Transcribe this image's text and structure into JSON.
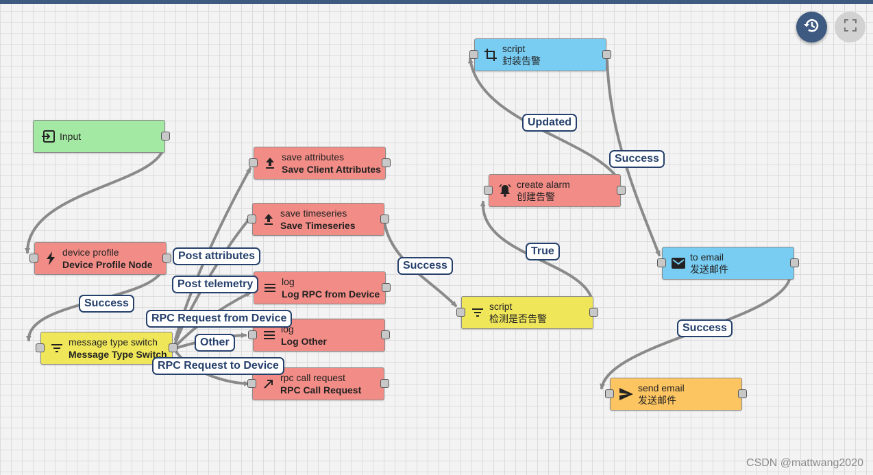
{
  "toolbar": {
    "history_icon": "history-icon",
    "fullscreen_icon": "fullscreen-icon"
  },
  "nodes": {
    "input": {
      "title": "Input"
    },
    "device_profile": {
      "type": "device profile",
      "name": "Device Profile Node"
    },
    "message_type_switch": {
      "type": "message type switch",
      "name": "Message Type Switch"
    },
    "save_attributes": {
      "type": "save attributes",
      "name": "Save Client Attributes"
    },
    "save_timeseries": {
      "type": "save timeseries",
      "name": "Save Timeseries"
    },
    "log_rpc": {
      "type": "log",
      "name": "Log RPC from Device"
    },
    "log_other": {
      "type": "log",
      "name": "Log Other"
    },
    "rpc_call": {
      "type": "rpc call request",
      "name": "RPC Call Request"
    },
    "script_check": {
      "type": "script",
      "name": "检测是否告警"
    },
    "create_alarm": {
      "type": "create alarm",
      "name": "创建告警"
    },
    "script_wrap": {
      "type": "script",
      "name": "封装告警"
    },
    "to_email": {
      "type": "to email",
      "name": "发送邮件"
    },
    "send_email": {
      "type": "send email",
      "name": "发送邮件"
    }
  },
  "edge_labels": {
    "input_to_profile": "",
    "profile_success": "Success",
    "post_attributes": "Post attributes",
    "post_telemetry": "Post telemetry",
    "rpc_from_device": "RPC Request from Device",
    "other": "Other",
    "rpc_to_device": "RPC Request to Device",
    "timeseries_success": "Success",
    "true": "True",
    "updated": "Updated",
    "script_success": "Success",
    "email_success": "Success"
  },
  "watermark": "CSDN @mattwang2020",
  "colors": {
    "top_bar": "#3e5a80",
    "node_red": "#f28c86",
    "node_green": "#a3e8a3",
    "node_yellow": "#f0e65a",
    "node_blue": "#79cdf2",
    "node_orange": "#fdc562",
    "label_border": "#25406b",
    "edge": "#8a8a8a"
  }
}
